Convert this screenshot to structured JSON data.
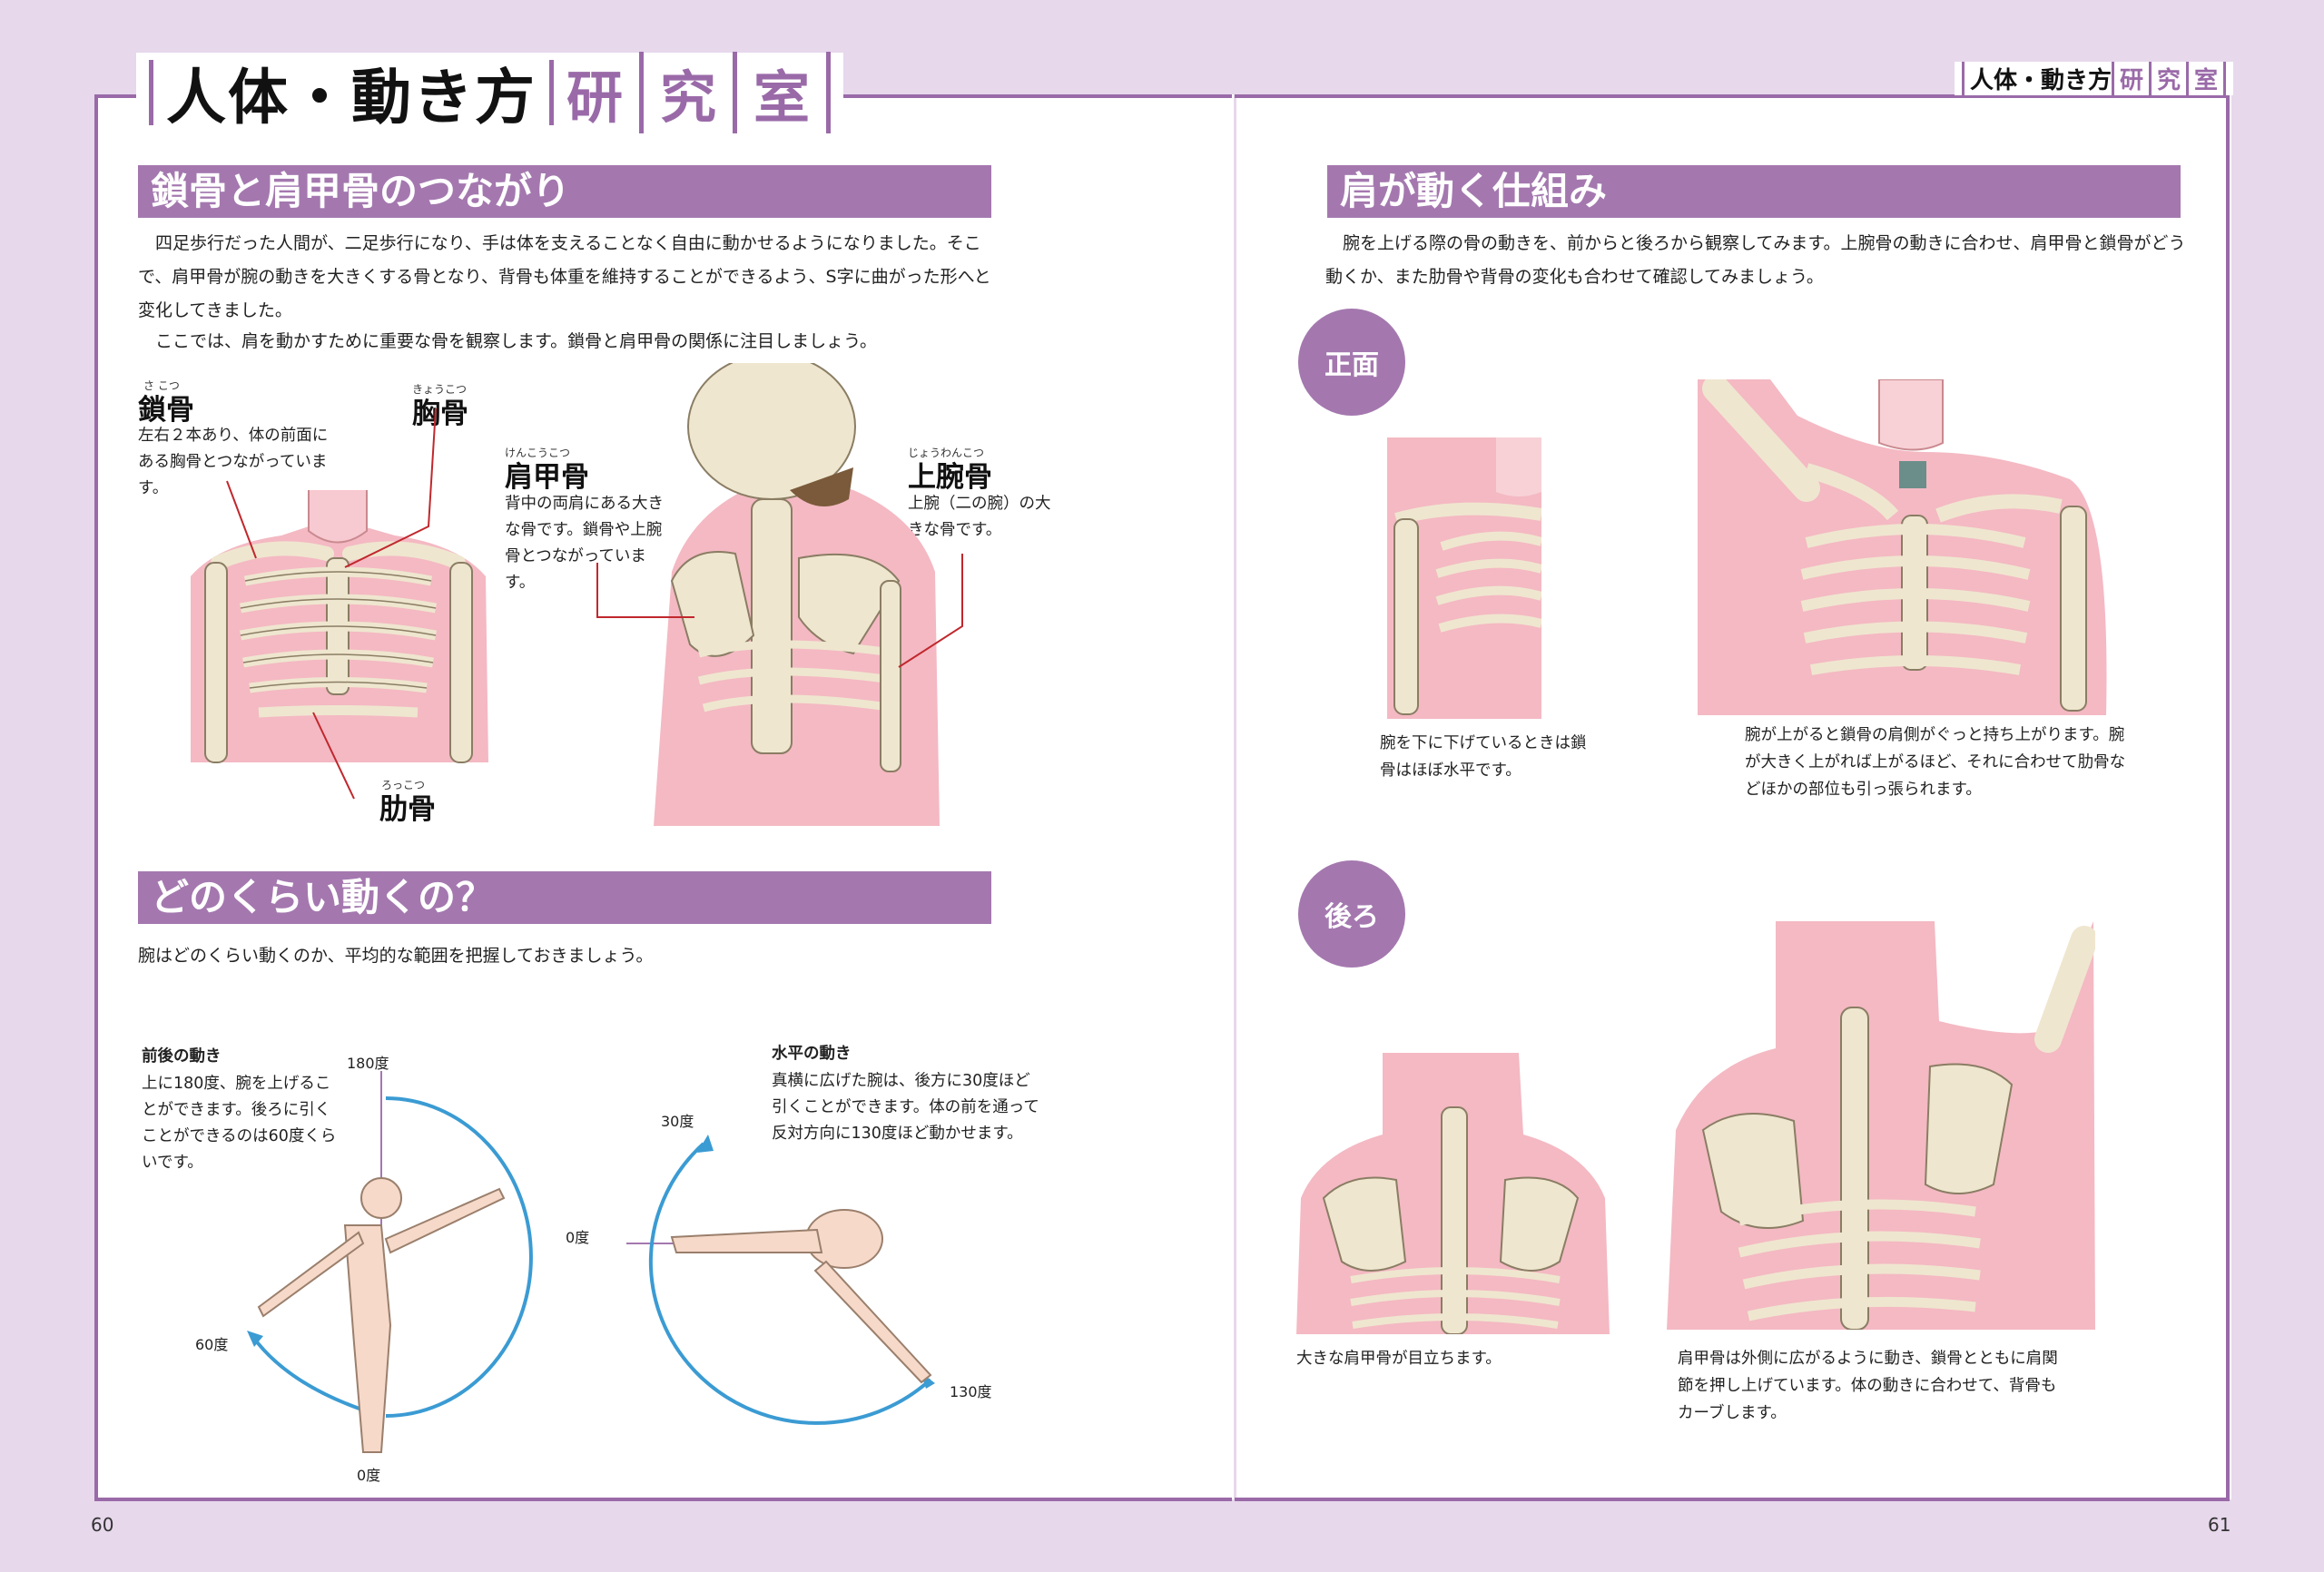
{
  "header": {
    "title_main": "人体・動き方",
    "title_chars": [
      "研",
      "究",
      "室"
    ],
    "small_main": "人体・動き方",
    "small_chars": [
      "研",
      "究",
      "室"
    ]
  },
  "left": {
    "sec1": {
      "title": "鎖骨と肩甲骨のつながり",
      "p1": "四足歩行だった人間が、二足歩行になり、手は体を支えることなく自由に動かせるようになりました。そこで、肩甲骨が腕の動きを大きくする骨となり、背骨も体重を維持することができるよう、S字に曲がった形へと変化してきました。",
      "p2": "ここでは、肩を動かすために重要な骨を観察します。鎖骨と肩甲骨の関係に注目しましょう。"
    },
    "labels": {
      "sakotsu": {
        "ruby": "さ こつ",
        "name": "鎖骨",
        "desc": "左右２本あり、体の前面にある胸骨とつながっています。"
      },
      "kyokotsu": {
        "ruby": "きょうこつ",
        "name": "胸骨"
      },
      "kenkokotsu": {
        "ruby": "けんこうこつ",
        "name": "肩甲骨",
        "desc": "背中の両肩にある大きな骨です。鎖骨や上腕骨とつながっています。"
      },
      "jowankotsu": {
        "ruby": "じょうわんこつ",
        "name": "上腕骨",
        "desc": "上腕（二の腕）の大きな骨です。"
      },
      "rokkotsu": {
        "ruby": "ろっこつ",
        "name": "肋骨"
      }
    },
    "sec2": {
      "title": "どのくらい動くの？",
      "intro": "腕はどのくらい動くのか、平均的な範囲を把握しておきましょう。"
    },
    "front_back": {
      "title": "前後の動き",
      "desc": "上に180度、腕を上げることができます。後ろに引くことができるのは60度くらいです。",
      "deg_top": "180度",
      "deg_back": "60度",
      "deg_bottom": "0度"
    },
    "horizontal": {
      "title": "水平の動き",
      "desc": "真横に広げた腕は、後方に30度ほど引くことができます。体の前を通って反対方向に130度ほど動かせます。",
      "deg_30": "30度",
      "deg_0": "0度",
      "deg_130": "130度"
    },
    "page_number": "60"
  },
  "right": {
    "sec": {
      "title": "肩が動く仕組み",
      "text": "腕を上げる際の骨の動きを、前からと後ろから観察してみます。上腕骨の動きに合わせ、肩甲骨と鎖骨がどう動くか、また肋骨や背骨の変化も合わせて確認してみましょう。"
    },
    "front_label": "正面",
    "back_label": "後ろ",
    "cap_front_down": "腕を下に下げているときは鎖骨はほぼ水平です。",
    "cap_front_up": "腕が上がると鎖骨の肩側がぐっと持ち上がります。腕が大きく上がれば上がるほど、それに合わせて肋骨などほかの部位も引っ張られます。",
    "cap_back_down": "大きな肩甲骨が目立ちます。",
    "cap_back_up": "肩甲骨は外側に広がるように動き、鎖骨とともに肩関節を押し上げています。体の動きに合わせて、背骨もカーブします。",
    "page_number": "61"
  },
  "colors": {
    "accent": "#a478af",
    "background": "#e7d8ec",
    "skin": "#f4b9c3",
    "bone": "#efe6cf",
    "arc": "#3b9bd3",
    "leader": "#c0282d"
  }
}
